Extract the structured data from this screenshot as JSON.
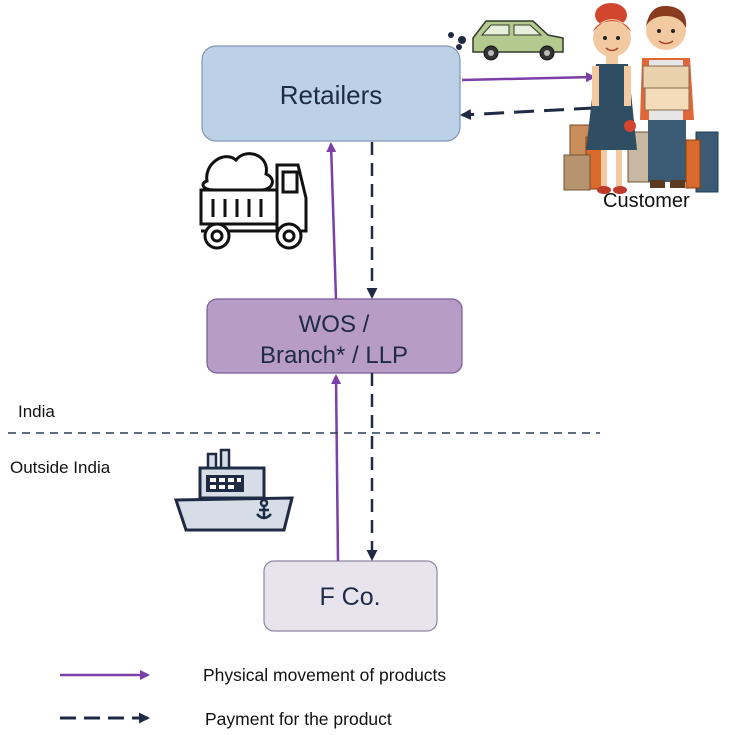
{
  "nodes": {
    "retailers": {
      "label": "Retailers"
    },
    "wos": {
      "label_line1": "WOS /",
      "label_line2": "Branch* / LLP"
    },
    "fco": {
      "label": "F Co."
    }
  },
  "customer": {
    "label": "Customer"
  },
  "regions": {
    "india": "India",
    "outside": "Outside India"
  },
  "legend": {
    "physical": "Physical movement of products",
    "payment": "Payment for the product"
  },
  "colors": {
    "physical_arrow": "#7b3fa8",
    "payment_arrow": "#1f2a44",
    "retailers_fill": "#bcd1e6",
    "wos_fill": "#b79cc6",
    "fco_fill": "#e7e4ee"
  },
  "icons": [
    "car-icon",
    "truck-icon",
    "ship-icon",
    "shoppers-icon"
  ]
}
